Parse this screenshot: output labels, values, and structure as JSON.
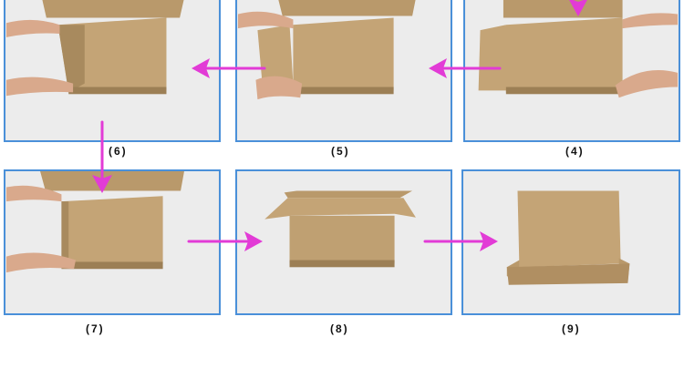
{
  "captions": {
    "p6": "(6)",
    "p5": "(5)",
    "p4": "(4)",
    "p7": "(7)",
    "p8": "(8)",
    "p9": "(9)"
  },
  "colors": {
    "panel_border": "#4a90d9",
    "arrow": "#e23bd6",
    "cardboard": "#c4a476",
    "cardboard_dark": "#a88a5e",
    "background": "#e9e9e9"
  }
}
